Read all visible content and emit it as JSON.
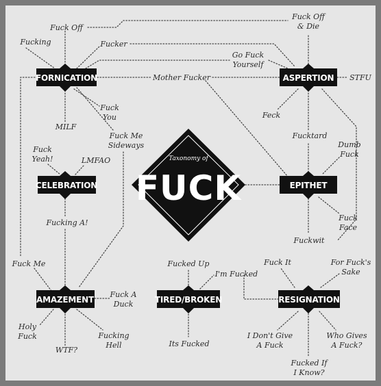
{
  "title": {
    "line1": "Taxonomy of",
    "line2": "FUCK"
  },
  "categories": {
    "fornication": "FORNICATION",
    "aspertion": "ASPERTION",
    "celebration": "CELEBRATION",
    "epithet": "EPITHET",
    "amazement": "AMAZEMENT",
    "tired_broken": "TIRED/BROKEN",
    "resignation": "RESIGNATION"
  },
  "terms": {
    "fuck_off": "Fuck Off",
    "fuck_off_die": [
      "Fuck Off",
      "& Die"
    ],
    "fucking": "Fucking",
    "fucker": "Fucker",
    "go_fuck_yourself": [
      "Go Fuck",
      "Yourself"
    ],
    "stfu": "STFU",
    "mother_fucker": "Mother Fucker",
    "fuck_you": [
      "Fuck",
      "You"
    ],
    "milf": "MILF",
    "feck": "Feck",
    "fuck_me_sideways": [
      "Fuck Me",
      "Sideways"
    ],
    "fucktard": "Fucktard",
    "dumb_fuck": [
      "Dumb",
      "Fuck"
    ],
    "fuck_yeah": [
      "Fuck",
      "Yeah!"
    ],
    "lmfao": "LMFAO",
    "fuck_face": [
      "Fuck",
      "Face"
    ],
    "fucking_a": "Fucking A!",
    "fuckwit": "Fuckwit",
    "fuck_me": "Fuck Me",
    "fucked_up": "Fucked Up",
    "im_fucked": "I'm Fucked",
    "fuck_it": "Fuck It",
    "for_fucks_sake": [
      "For Fuck's",
      "Sake"
    ],
    "fuck_a_duck": [
      "Fuck A",
      "Duck"
    ],
    "holy_fuck": [
      "Holy",
      "Fuck"
    ],
    "fucking_hell": [
      "Fucking",
      "Hell"
    ],
    "wtf": "WTF?",
    "its_fucked": "Its Fucked",
    "i_dont_give_a_fuck": [
      "I Don't Give",
      "A Fuck"
    ],
    "who_gives_a_fuck": [
      "Who Gives",
      "A Fuck?"
    ],
    "fucked_if_i_know": [
      "Fucked If",
      "I Know?"
    ]
  }
}
